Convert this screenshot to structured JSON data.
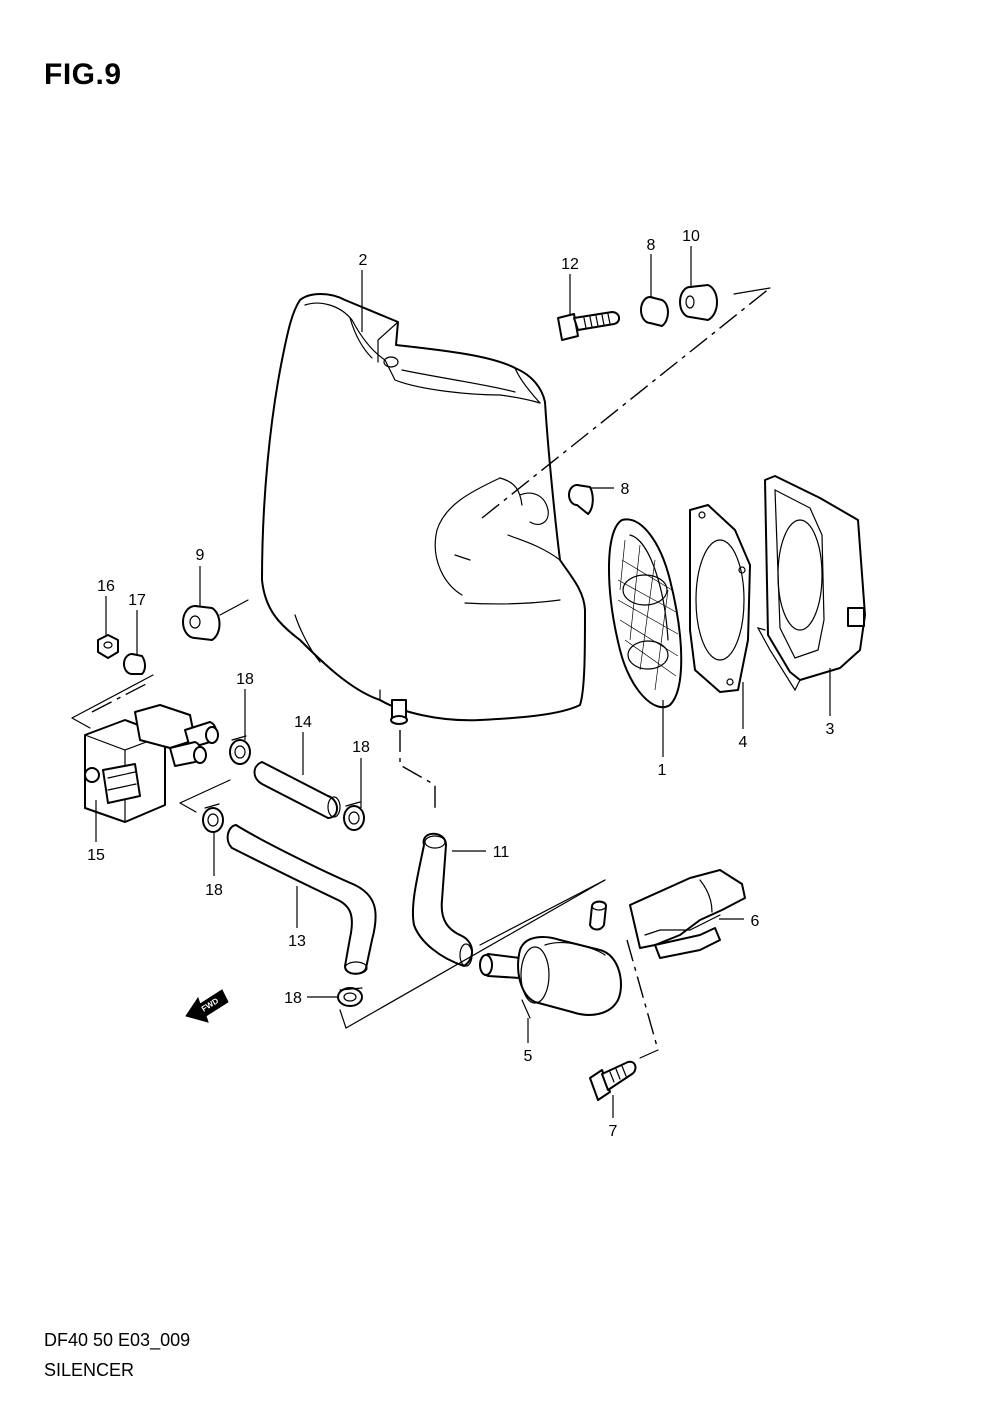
{
  "figure": {
    "title": "FIG.9"
  },
  "footer": {
    "code": "DF40 50 E03_009",
    "name": "SILENCER"
  },
  "fwd_arrow": {
    "label": "FWD"
  },
  "callouts": [
    "1",
    "2",
    "3",
    "4",
    "5",
    "6",
    "7",
    "8",
    "8",
    "9",
    "10",
    "11",
    "12",
    "13",
    "14",
    "15",
    "16",
    "17",
    "18",
    "18",
    "18",
    "18"
  ]
}
